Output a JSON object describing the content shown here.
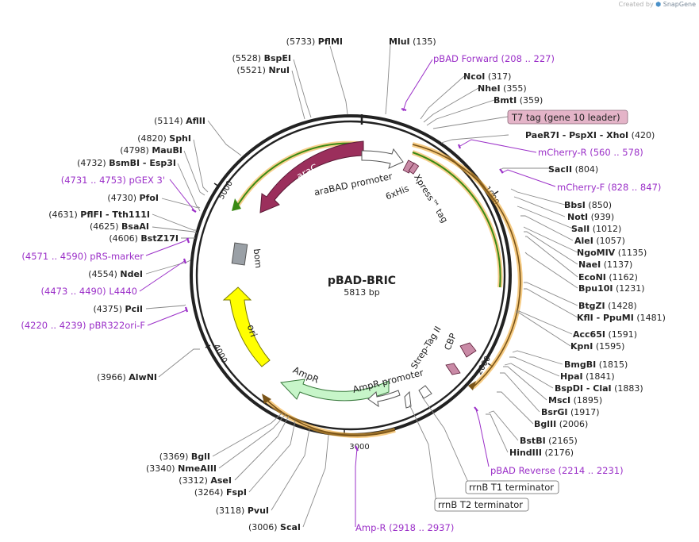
{
  "header": {
    "credit_prefix": "Created by",
    "credit_brand": "SnapGene"
  },
  "plasmid": {
    "name": "pBAD-BRIC",
    "length_text": "5813 bp",
    "length_bp": 5813
  },
  "ticks": [
    {
      "label": "1000",
      "bp": 1000
    },
    {
      "label": "2000",
      "bp": 2000
    },
    {
      "label": "3000",
      "bp": 3000
    },
    {
      "label": "4000",
      "bp": 4000
    },
    {
      "label": "5000",
      "bp": 5000
    }
  ],
  "features": [
    {
      "name": "araC",
      "kind": "cds",
      "color": "#9b2f5c"
    },
    {
      "name": "araBAD promoter",
      "kind": "promoter",
      "color": "#ffffff"
    },
    {
      "name": "6xHis",
      "kind": "tag",
      "color": "#c98aa6"
    },
    {
      "name": "Xpress™ tag",
      "kind": "tag",
      "color": "#c98aa6"
    },
    {
      "name": "bom",
      "kind": "misc",
      "color": "#9aa0a6"
    },
    {
      "name": "ori",
      "kind": "rep_origin",
      "color": "#ffff00"
    },
    {
      "name": "AmpR",
      "kind": "cds",
      "color": "#c7f5c9"
    },
    {
      "name": "AmpR promoter",
      "kind": "promoter",
      "color": "#ffffff"
    },
    {
      "name": "Strep-Tag II",
      "kind": "tag",
      "color": "#c98aa6"
    },
    {
      "name": "CBP",
      "kind": "tag",
      "color": "#c98aa6"
    }
  ],
  "sites": {
    "left": [
      {
        "name": "PflMI",
        "pos": "(5733)"
      },
      {
        "name": "BspEI",
        "pos": "(5528)"
      },
      {
        "name": "NruI",
        "pos": "(5521)"
      },
      {
        "name": "AflII",
        "pos": "(5114)"
      },
      {
        "name": "SphI",
        "pos": "(4820)"
      },
      {
        "name": "MauBI",
        "pos": "(4798)"
      },
      {
        "name": "BsmBI - Esp3I",
        "pos": "(4732)"
      },
      {
        "name": "PfoI",
        "pos": "(4730)"
      },
      {
        "name": "PflFI - Tth111I",
        "pos": "(4631)"
      },
      {
        "name": "BsaAI",
        "pos": "(4625)"
      },
      {
        "name": "BstZ17I",
        "pos": "(4606)"
      },
      {
        "name": "NdeI",
        "pos": "(4554)"
      },
      {
        "name": "PciI",
        "pos": "(4375)"
      },
      {
        "name": "AlwNI",
        "pos": "(3966)"
      },
      {
        "name": "BglI",
        "pos": "(3369)"
      },
      {
        "name": "NmeAIII",
        "pos": "(3340)"
      },
      {
        "name": "AseI",
        "pos": "(3312)"
      },
      {
        "name": "FspI",
        "pos": "(3264)"
      },
      {
        "name": "PvuI",
        "pos": "(3118)"
      },
      {
        "name": "ScaI",
        "pos": "(3006)"
      }
    ],
    "right": [
      {
        "name": "MluI",
        "pos": "(135)"
      },
      {
        "name": "NcoI",
        "pos": "(317)"
      },
      {
        "name": "NheI",
        "pos": "(355)"
      },
      {
        "name": "BmtI",
        "pos": "(359)"
      },
      {
        "name": "PaeR7I - PspXI - XhoI",
        "pos": "(420)"
      },
      {
        "name": "SacII",
        "pos": "(804)"
      },
      {
        "name": "BbsI",
        "pos": "(850)"
      },
      {
        "name": "NotI",
        "pos": "(939)"
      },
      {
        "name": "SalI",
        "pos": "(1012)"
      },
      {
        "name": "AleI",
        "pos": "(1057)"
      },
      {
        "name": "NgoMIV",
        "pos": "(1135)"
      },
      {
        "name": "NaeI",
        "pos": "(1137)"
      },
      {
        "name": "EcoNI",
        "pos": "(1162)"
      },
      {
        "name": "Bpu10I",
        "pos": "(1231)"
      },
      {
        "name": "BtgZI",
        "pos": "(1428)"
      },
      {
        "name": "KflI - PpuMI",
        "pos": "(1481)"
      },
      {
        "name": "Acc65I",
        "pos": "(1591)"
      },
      {
        "name": "KpnI",
        "pos": "(1595)"
      },
      {
        "name": "BmgBI",
        "pos": "(1815)"
      },
      {
        "name": "HpaI",
        "pos": "(1841)"
      },
      {
        "name": "BspDI - ClaI",
        "pos": "(1883)"
      },
      {
        "name": "MscI",
        "pos": "(1895)"
      },
      {
        "name": "BsrGI",
        "pos": "(1917)"
      },
      {
        "name": "BglII",
        "pos": "(2006)"
      },
      {
        "name": "BstBI",
        "pos": "(2165)"
      },
      {
        "name": "HindIII",
        "pos": "(2176)"
      }
    ]
  },
  "primers": [
    {
      "name": "pBAD Forward",
      "range": "(208 .. 227)"
    },
    {
      "name": "mCherry-R",
      "range": "(560 .. 578)"
    },
    {
      "name": "mCherry-F",
      "range": "(828 .. 847)"
    },
    {
      "name": "pBAD Reverse",
      "range": "(2214 .. 2231)"
    },
    {
      "name": "Amp-R",
      "range": "(2918 .. 2937)"
    },
    {
      "name": "pGEX 3'",
      "range": "(4731 .. 4753)"
    },
    {
      "name": "pRS-marker",
      "range": "(4571 .. 4590)"
    },
    {
      "name": "L4440",
      "range": "(4473 .. 4490)"
    },
    {
      "name": "pBR322ori-F",
      "range": "(4220 .. 4239)"
    }
  ],
  "boxed_labels": [
    {
      "name": "T7 tag (gene 10 leader)",
      "color": "#e4b4c8"
    },
    {
      "name": "rrnB T1 terminator",
      "color": "#ffffff"
    },
    {
      "name": "rrnB T2 terminator",
      "color": "#ffffff"
    }
  ],
  "colors": {
    "backbone": "#222222",
    "primer": "#9b30c8",
    "orf_outline": "#f0a830",
    "orf_green": "#3a8a14",
    "leader": "#999999"
  }
}
